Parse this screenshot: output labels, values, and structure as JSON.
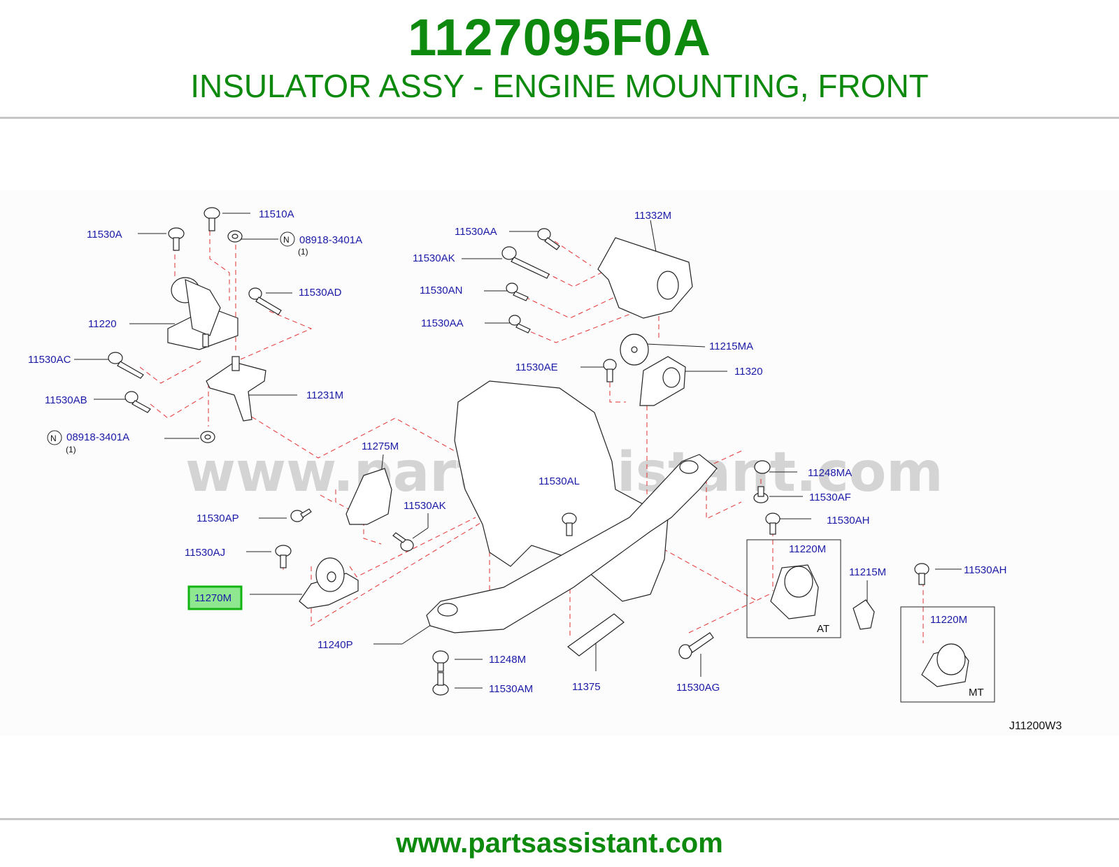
{
  "header": {
    "part_number": "1127095F0A",
    "title": "INSULATOR ASSY - ENGINE MOUNTING, FRONT"
  },
  "footer": {
    "url": "www.partsassistant.com"
  },
  "watermark": "www.partsassistant.com",
  "diagram": {
    "reference_code": "J11200W3",
    "highlighted_part": "11270M",
    "callouts": {
      "c_11510A": "11510A",
      "c_11530A": "11530A",
      "c_08918_top": "08918-3401A",
      "c_11530AD": "11530AD",
      "c_11220": "11220",
      "c_11530AC": "11530AC",
      "c_11231M": "11231M",
      "c_11530AB": "11530AB",
      "c_08918_bottom": "08918-3401A",
      "c_11530AA_top": "11530AA",
      "c_11332M": "11332M",
      "c_11530AK_top": "11530AK",
      "c_11530AN": "11530AN",
      "c_11530AA_mid": "11530AA",
      "c_11215MA": "11215MA",
      "c_11530AE": "11530AE",
      "c_11320": "11320",
      "c_11275M": "11275M",
      "c_11530AL": "11530AL",
      "c_11248MA": "11248MA",
      "c_11530AF": "11530AF",
      "c_11530AP": "11530AP",
      "c_11530AK_mid": "11530AK",
      "c_11530AH_right": "11530AH",
      "c_11530AJ": "11530AJ",
      "c_11220M_at": "11220M",
      "c_11215M": "11215M",
      "c_11530AH_far": "11530AH",
      "c_11270M": "11270M",
      "c_11220M_mt": "11220M",
      "c_11240P": "11240P",
      "c_11248M": "11248M",
      "c_11530AM": "11530AM",
      "c_11375": "11375",
      "c_11530AG": "11530AG"
    },
    "notes": {
      "n_symbol": "N",
      "qty_top": "(1)",
      "qty_bottom": "(1)"
    },
    "boxes": {
      "at_label": "AT",
      "mt_label": "MT"
    }
  },
  "colors": {
    "brand_green": "#0d8a0d",
    "callout_blue": "#1a1aa6",
    "dashed_red": "#e23232",
    "highlight_fill": "#8fe88f",
    "highlight_border": "#12b312"
  }
}
